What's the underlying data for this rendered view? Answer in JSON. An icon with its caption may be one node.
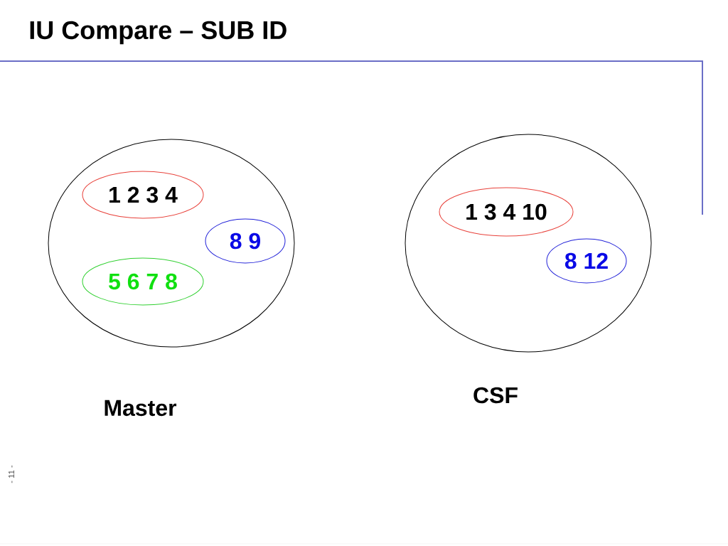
{
  "diagram": {
    "title": "IU Compare – SUB ID",
    "nodes": [
      {
        "text": [],
        "shape": "circle",
        "beside": [
          "Master"
        ]
      },
      {
        "text": [
          "1 2 3 4"
        ],
        "in": 0
      },
      {
        "text": [
          "8 9"
        ],
        "in": 0
      },
      {
        "text": [
          "5 6 7 8"
        ],
        "in": 0
      },
      {
        "text": [],
        "shape": "circle",
        "beside": [
          "CSF"
        ]
      },
      {
        "text": [
          "1 3 4 10"
        ],
        "in": 4
      },
      {
        "text": [
          "8 12"
        ],
        "in": 4
      }
    ],
    "labels": [
      "- 11 -"
    ]
  }
}
